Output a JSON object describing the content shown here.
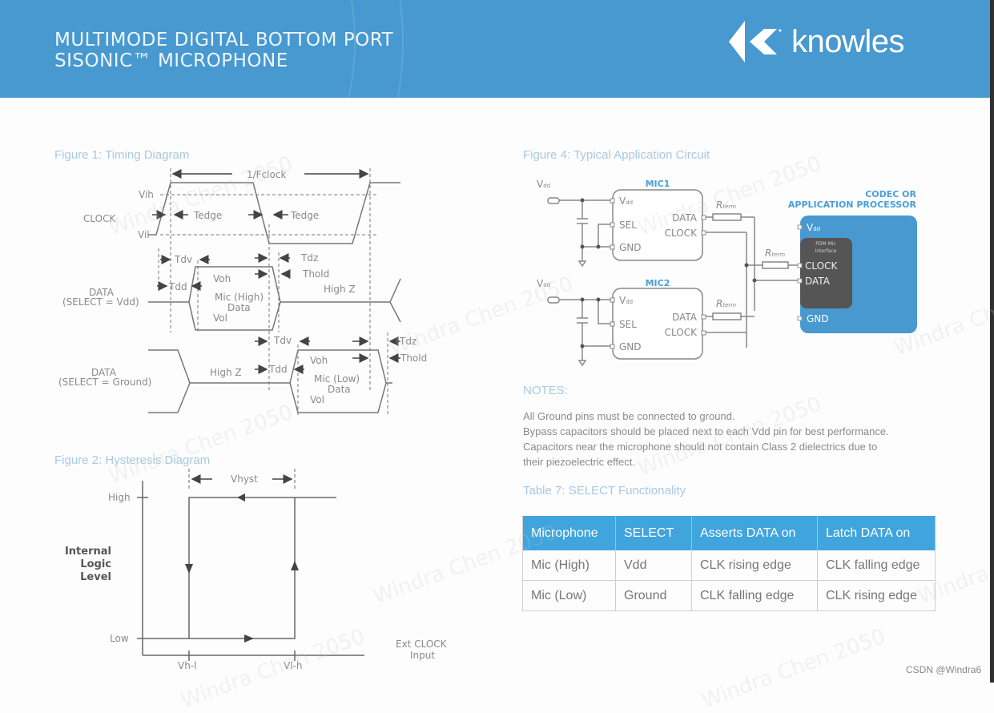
{
  "header": {
    "title_line1": "MULTIMODE DIGITAL BOTTOM PORT",
    "title_line2": "SISONIC™ MICROPHONE",
    "logo_text": "knowles",
    "logo_icon": "knowles-chevron-logo",
    "brand_color": "#4799d0"
  },
  "figure1": {
    "title": "Figure 1: Timing Diagram",
    "labels": {
      "period": "1/Fclock",
      "vih": "Vih",
      "vil": "Vil",
      "clock": "CLOCK",
      "tedge": "Tedge",
      "tdv": "Tdv",
      "tdz": "Tdz",
      "thold": "Thold",
      "tdd": "Tdd",
      "voh": "Voh",
      "vol": "Vol",
      "high_z": "High Z",
      "data": "DATA",
      "select_vdd": "(SELECT = Vdd)",
      "select_gnd": "(SELECT = Ground)",
      "mic_high_1": "Mic (High)",
      "mic_low_1": "Mic (Low)",
      "data_word": "Data"
    }
  },
  "figure2": {
    "title": "Figure 2: Hysteresis Diagram",
    "labels": {
      "vhyst": "Vhyst",
      "high": "High",
      "low": "Low",
      "y_label_1": "Internal",
      "y_label_2": "Logic",
      "y_label_3": "Level",
      "x_label_1": "Ext CLOCK",
      "x_label_2": "Input",
      "vhl": "Vh-l",
      "vlh": "Vl-h"
    }
  },
  "figure4": {
    "title": "Figure 4: Typical Application Circuit",
    "labels": {
      "mic1": "MIC1",
      "mic2": "MIC2",
      "vdd": "V",
      "vdd_sub": "dd",
      "sel": "SEL",
      "gnd": "GND",
      "data": "DATA",
      "clock": "CLOCK",
      "rterm": "R",
      "rterm_sub": "term",
      "codec_1": "CODEC OR",
      "codec_2": "APPLICATION PROCESSOR",
      "pdm_1": "PDM Mic",
      "pdm_2": "Interface"
    },
    "accent_color": "#4a9fd8"
  },
  "notes": {
    "title": "NOTES:",
    "lines": [
      "All Ground pins must be connected to ground.",
      "Bypass capacitors should be placed next to each Vdd pin for best performance.",
      "Capacitors near the microphone should not contain Class 2 dielectrics due to",
      "their piezoelectric effect."
    ]
  },
  "table7": {
    "title": "Table 7: SELECT Functionality",
    "headers": [
      "Microphone",
      "SELECT",
      "Asserts DATA on",
      "Latch DATA on"
    ],
    "rows": [
      [
        "Mic (High)",
        "Vdd",
        "CLK rising edge",
        "CLK falling edge"
      ],
      [
        "Mic (Low)",
        "Ground",
        "CLK falling edge",
        "CLK rising edge"
      ]
    ],
    "header_color": "#40a4dd"
  },
  "watermark": "Windra Chen 2050",
  "footer": {
    "credit": "CSDN @Windra6"
  }
}
